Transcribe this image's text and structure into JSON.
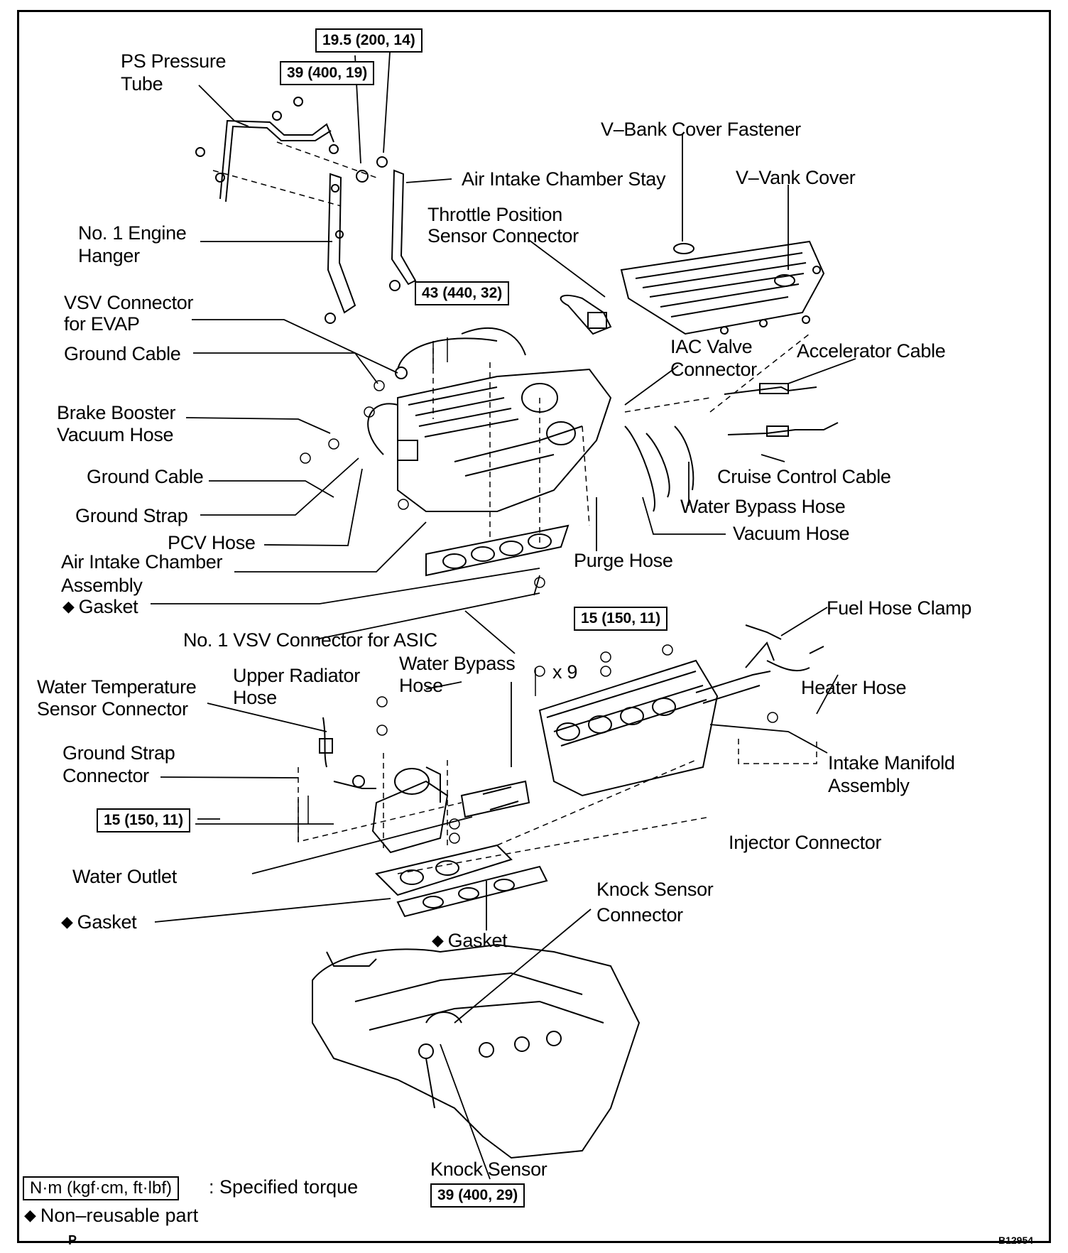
{
  "labels": {
    "ps_pressure_tube": [
      "PS Pressure",
      "Tube"
    ],
    "no1_engine_hanger": [
      "No. 1 Engine",
      "Hanger"
    ],
    "vsv_connector_evap": [
      "VSV Connector",
      "for EVAP"
    ],
    "ground_cable_1": "Ground Cable",
    "brake_booster": [
      "Brake Booster",
      "Vacuum Hose"
    ],
    "ground_cable_2": "Ground Cable",
    "ground_strap": "Ground Strap",
    "pcv_hose": "PCV Hose",
    "air_intake_chamber_assembly": [
      "Air Intake Chamber",
      "Assembly"
    ],
    "gasket_1": "Gasket",
    "air_intake_chamber_stay": "Air Intake Chamber Stay",
    "throttle_position_sensor": [
      "Throttle Position",
      "Sensor Connector"
    ],
    "v_bank_cover_fastener": "V–Bank Cover Fastener",
    "v_vank_cover": "V–Vank Cover",
    "iac_valve_connector": [
      "IAC Valve",
      "Connector"
    ],
    "accelerator_cable": "Accelerator Cable",
    "cruise_control_cable": "Cruise Control Cable",
    "water_bypass_hose_1": "Water Bypass Hose",
    "vacuum_hose": "Vacuum Hose",
    "purge_hose": "Purge Hose",
    "no1_vsv_connector_asic": "No. 1 VSV Connector for ASIC",
    "fuel_hose_clamp": "Fuel Hose Clamp",
    "upper_radiator_hose": [
      "Upper Radiator",
      "Hose"
    ],
    "water_bypass_hose_2": [
      "Water Bypass",
      "Hose"
    ],
    "times_nine": "x 9",
    "water_temperature_sensor": [
      "Water Temperature",
      "Sensor Connector"
    ],
    "heater_hose": "Heater Hose",
    "ground_strap_connector": [
      "Ground Strap",
      "Connector"
    ],
    "intake_manifold_assembly": [
      "Intake Manifold",
      "Assembly"
    ],
    "injector_connector": "Injector Connector",
    "water_outlet": "Water Outlet",
    "gasket_2": "Gasket",
    "knock_sensor_connector": [
      "Knock Sensor",
      "Connector"
    ],
    "gasket_3": "Gasket",
    "knock_sensor": "Knock Sensor"
  },
  "torques": {
    "t_19_5": "19.5 (200, 14)",
    "t_39_a": "39 (400, 19)",
    "t_43": "43 (440, 32)",
    "t_15_a": "15 (150, 11)",
    "t_15_b": "15 (150, 11)",
    "t_39_b": "39 (400, 29)"
  },
  "legend": {
    "torque_box": "N·m (kgf·cm, ft·lbf)",
    "torque_text": ": Specified torque",
    "nonreusable_symbol": "◆",
    "nonreusable_text": "Non–reusable part"
  },
  "corner_letter": "P",
  "figure_code": "B12954"
}
